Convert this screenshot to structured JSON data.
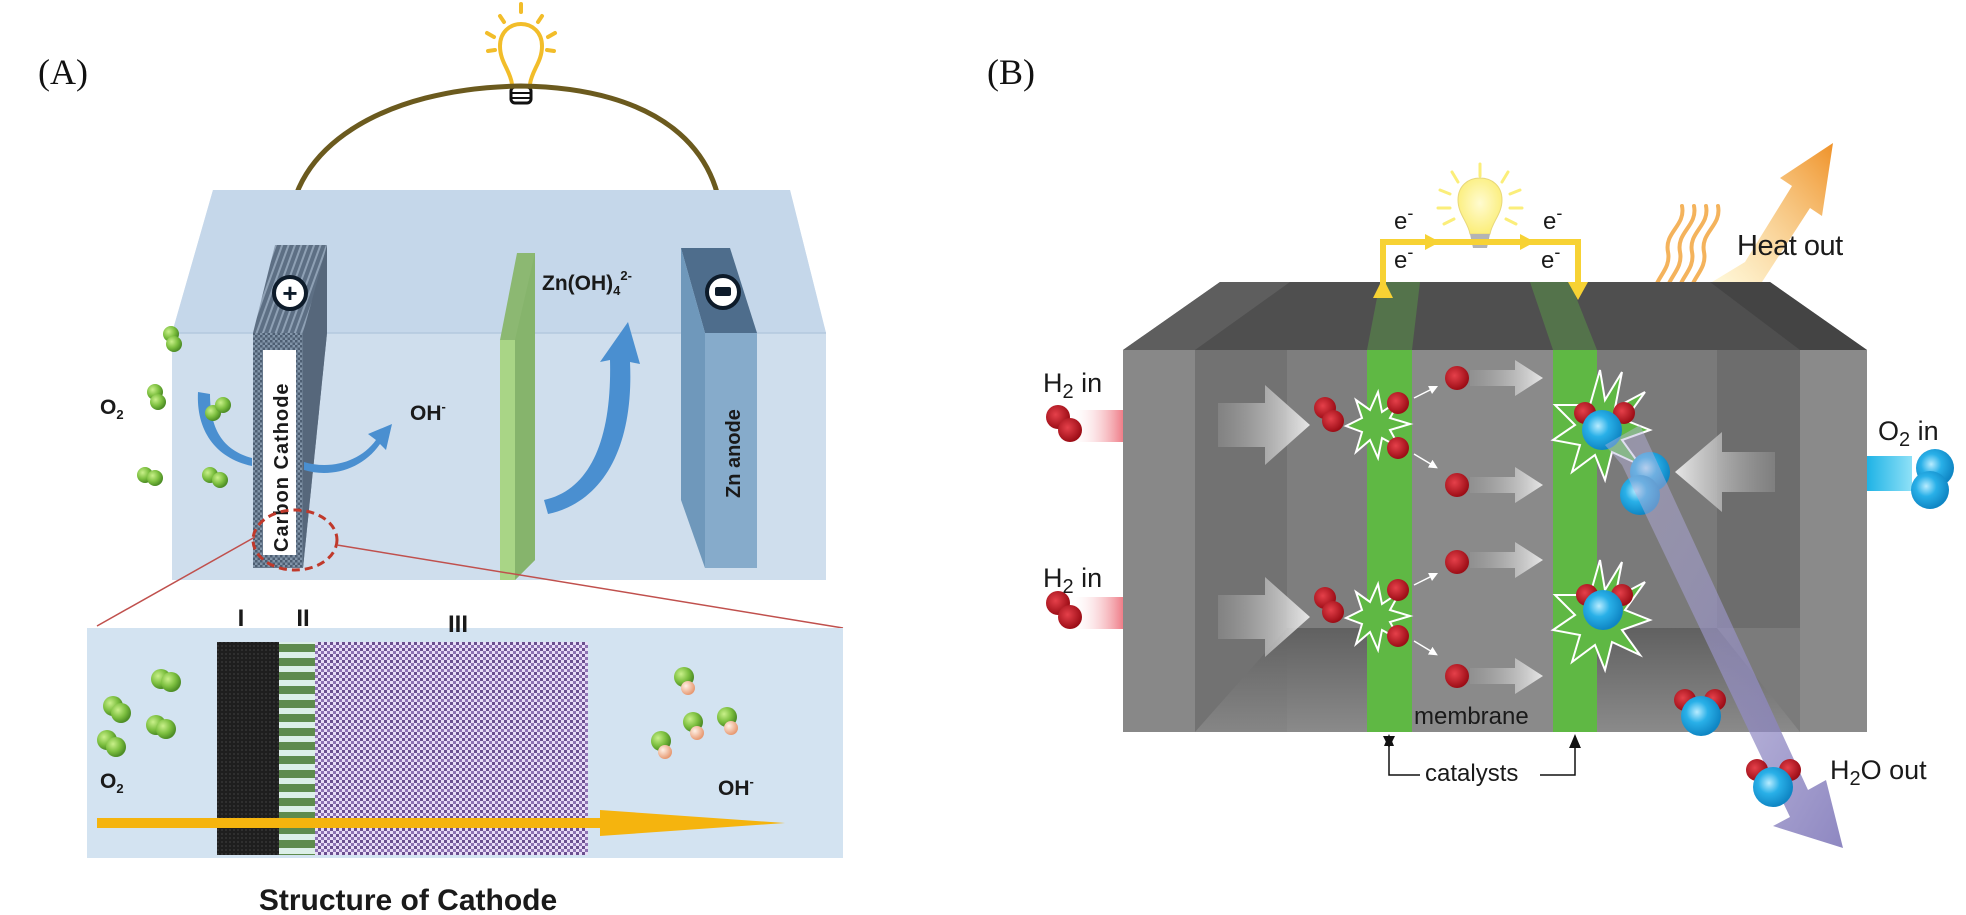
{
  "panels": {
    "a": {
      "label": "(A)",
      "cathode_label": "Carbon Cathode",
      "anode_label": "Zn anode",
      "positive_terminal": "+",
      "negative_terminal": "−",
      "oxygen_label": "O",
      "oxygen_sub": "2",
      "hydroxide_label": "OH",
      "hydroxide_sup": "-",
      "zincate_label": "Zn(OH)",
      "zincate_sub": "4",
      "zincate_sup": "2-",
      "inset": {
        "layer_labels": [
          "I",
          "II",
          "III"
        ],
        "oxygen_label": "O",
        "oxygen_sub": "2",
        "hydroxide_label": "OH",
        "hydroxide_sup": "-",
        "title": "Structure of Cathode"
      },
      "icons": [
        "light-bulb-icon",
        "positive-terminal-icon",
        "negative-terminal-icon",
        "o2-molecule-icon",
        "oh-molecule-icon"
      ],
      "colors": {
        "electrolyte": "#cfdeed",
        "cathode": "#5f7287",
        "anode": "#8aaecb",
        "separator": "#a6d07f",
        "wire": "#6b5a1e",
        "bulb": "#f2bd2a",
        "flow_arrow": "#4a8fd0",
        "zoom_lines": "#c0504d",
        "o2": "#7cbf3f",
        "oh_h": "#f1b796",
        "layer1": "#222222",
        "layer2": "#5f8a4e",
        "layer3": "#bda4dc",
        "transport_arrow": "#f5b40e"
      }
    },
    "b": {
      "label": "(B)",
      "electron_labels": [
        "e",
        "e",
        "e",
        "e"
      ],
      "electron_sup": "-",
      "heat_label": "Heat out",
      "h2_in_labels": [
        {
          "text": "H",
          "sub": "2",
          "rest": " in"
        },
        {
          "text": "H",
          "sub": "2",
          "rest": " in"
        }
      ],
      "o2_in_label": {
        "text": "O",
        "sub": "2",
        "rest": " in"
      },
      "h2o_out_label": {
        "text": "H",
        "sub": "2",
        "rest": "O out"
      },
      "membrane_label": "membrane",
      "catalysts_label": "catalysts",
      "icons": [
        "light-bulb-icon",
        "heat-arrow-icon",
        "h2-molecule-icon",
        "o2-molecule-icon",
        "h2o-molecule-icon",
        "proton-icon"
      ],
      "colors": {
        "cell_body": "#7a7a7a",
        "cell_top": "#4f4f4f",
        "membrane": "#5fb844",
        "circuit": "#f7d234",
        "hydrogen": "#c4141f",
        "oxygen": "#21a9e1",
        "heat": "#f2a33a",
        "water_arrow": "#8c84c0",
        "h2_tube": "#f08a94",
        "o2_tube": "#2fb8e6"
      }
    }
  }
}
